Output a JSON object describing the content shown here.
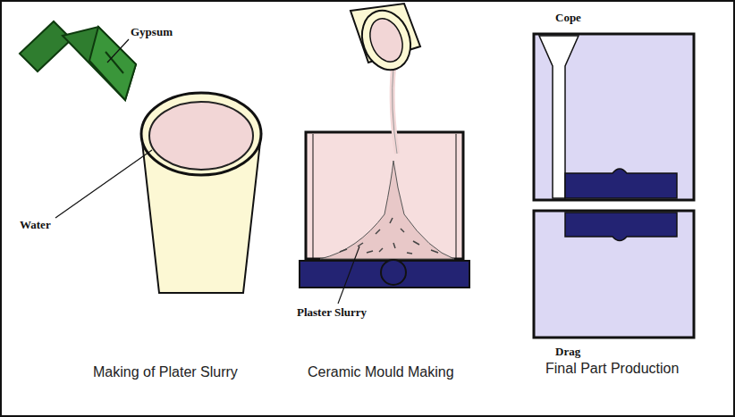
{
  "diagram": {
    "labels": [
      "Gypsum",
      "Water",
      "Plaster Slurry",
      "Cope",
      "Drag",
      "Making of Plater Slurry",
      "Ceramic Mould Making",
      "Final Part Production"
    ]
  }
}
